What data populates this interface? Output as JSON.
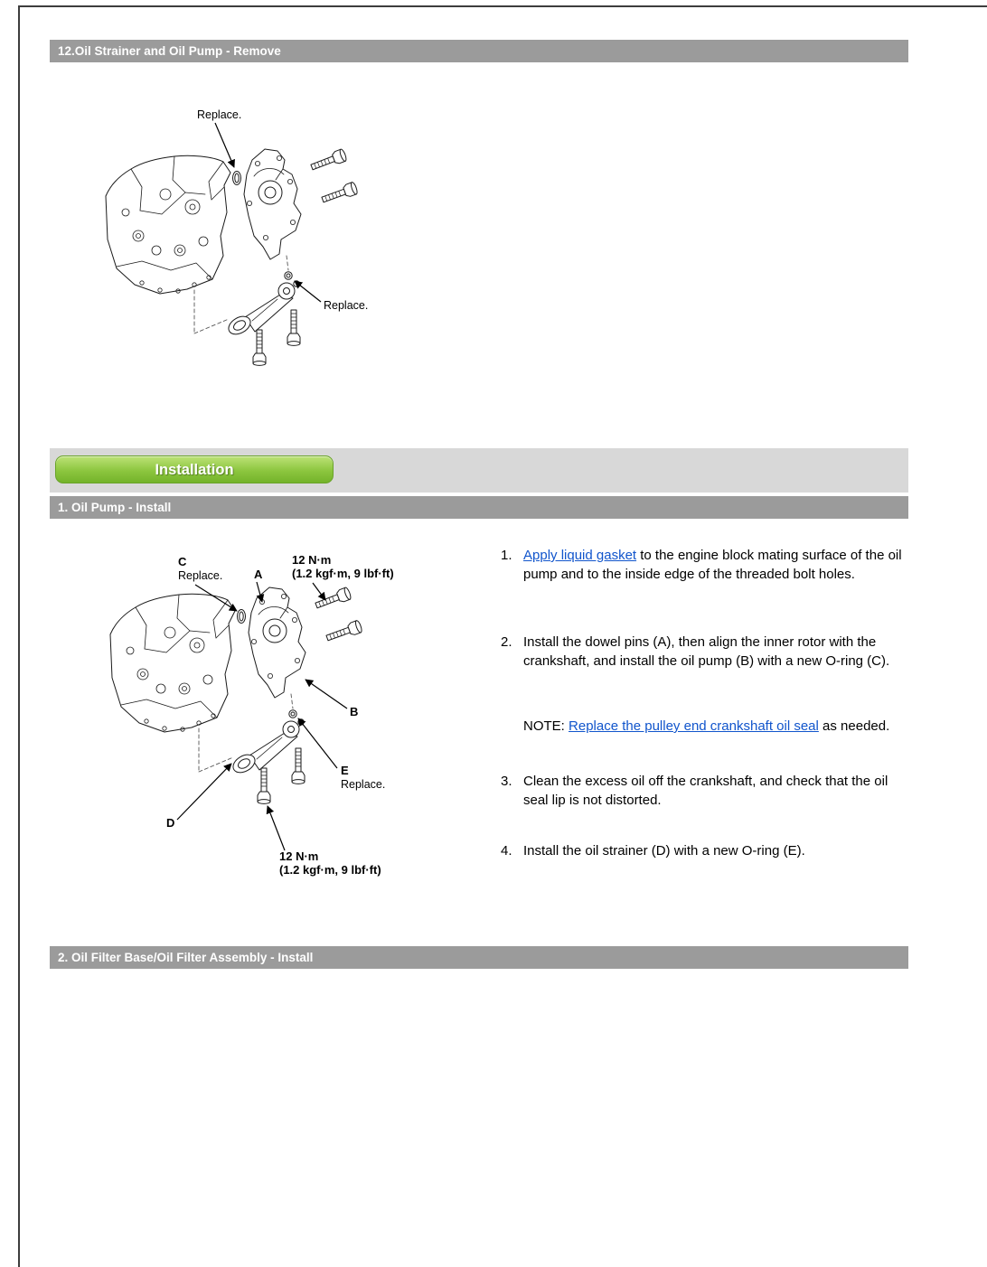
{
  "sections": {
    "remove_title": "12.Oil Strainer and Oil Pump - Remove",
    "oil_pump_install_title": "1. Oil Pump - Install",
    "oil_filter_install_title": "2. Oil Filter Base/Oil Filter Assembly - Install"
  },
  "installation": {
    "button_label": "Installation"
  },
  "diagram_remove": {
    "replace_top": "Replace.",
    "replace_bottom": "Replace."
  },
  "diagram_install": {
    "label_c": "C",
    "replace_c": "Replace.",
    "label_a": "A",
    "label_b": "B",
    "label_d": "D",
    "label_e": "E",
    "replace_e": "Replace.",
    "torque": {
      "value": "12 N·m",
      "detail": "(1.2 kgf·m, 9 lbf·ft)"
    }
  },
  "steps": {
    "s1": {
      "num": "1.",
      "link": "Apply liquid gasket",
      "after": " to the engine block mating surface of the oil pump and to the inside edge of the threaded bolt holes."
    },
    "s2": {
      "num": "2.",
      "text": "Install the dowel pins (A), then align the inner rotor with the crankshaft, and install the oil pump (B) with a new O-ring (C)."
    },
    "note": {
      "label": "NOTE: ",
      "link": "Replace the pulley end crankshaft oil seal",
      "after": " as needed."
    },
    "s3": {
      "num": "3.",
      "text": "Clean the excess oil off the crankshaft, and check that the oil seal lip is not distorted."
    },
    "s4": {
      "num": "4.",
      "text": "Install the oil strainer (D) with a new O-ring (E)."
    }
  },
  "colors": {
    "header_gray": "#9b9b9b",
    "band_gray": "#d8d8d8",
    "button_green": "#8cc63f",
    "link_blue": "#1155cc"
  }
}
